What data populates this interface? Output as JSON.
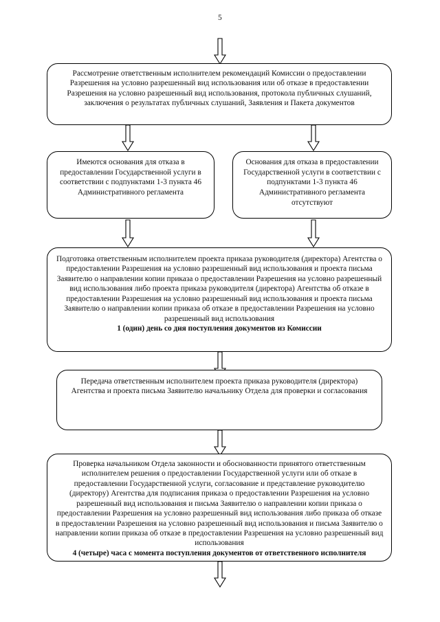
{
  "document": {
    "page_number": "5",
    "type": "administrative-regulation-flowchart"
  },
  "nodes": [
    {
      "id": "node-review-recommendations",
      "text": "Рассмотрение ответственным исполнителем рекомендаций Комиссии о предоставлении Разрешения на условно разрешенный вид использования или об отказе в предоставлении Разрешения на условно разрешенный вид использования, протокола публичных слушаний, заключения о результатах публичных слушаний, Заявления и Пакета документов"
    },
    {
      "id": "node-grounds-present",
      "text": "Имеются основания для отказа в предоставлении Государственной услуги в соответствии с подпунктами 1-3 пункта 46 Административного регламента"
    },
    {
      "id": "node-grounds-absent",
      "text": "Основания для отказа в предоставлении Государственной услуги в соответствии с подпунктами 1-3 пункта 46 Административного регламента отсутствуют"
    },
    {
      "id": "node-prepare-draft-order",
      "text": "Подготовка ответственным исполнителем проекта приказа руководителя (директора) Агентства о предоставлении Разрешения на условно разрешенный вид использования и проекта письма Заявителю о направлении копии приказа о предоставлении Разрешения на условно разрешенный вид использования либо проекта приказа руководителя (директора) Агентства об отказе в предоставлении Разрешения на условно разрешенный вид использования и проекта письма Заявителю о направлении копии приказа об отказе в предоставлении Разрешения на условно разрешенный вид использования",
      "deadline": "1 (один) день со дня поступления документов из Комиссии"
    },
    {
      "id": "node-transfer-to-head-of-department",
      "text": "Передача ответственным исполнителем проекта приказа руководителя (директора) Агентства и проекта письма Заявителю начальнику Отдела для проверки и согласования"
    },
    {
      "id": "node-check-by-head-of-department",
      "text": "Проверка начальником Отдела законности и обоснованности принятого ответственным исполнителем решения о предоставлении Государственной услуги или об отказе в предоставлении Государственной услуги, согласование и представление руководителю (директору) Агентства для подписания приказа о предоставлении Разрешения на условно разрешенный вид использования и письма Заявителю о направлении копии приказа о предоставлении Разрешения на условно разрешенный вид использования либо приказа об отказе в предоставлении Разрешения на условно разрешенный вид использования и письма Заявителю о направлении копии приказа об отказе в предоставлении Разрешения на условно разрешенный вид использования",
      "deadline": "4 (четыре) часа с момента поступления документов от ответственного исполнителя"
    }
  ],
  "connectors": [
    {
      "id": "arrow-into-review",
      "label": "down-arrow-icon"
    },
    {
      "id": "arrow-review-to-grounds-present",
      "label": "down-arrow-icon"
    },
    {
      "id": "arrow-review-to-grounds-absent",
      "label": "down-arrow-icon"
    },
    {
      "id": "arrow-grounds-present-to-draft",
      "label": "down-arrow-icon"
    },
    {
      "id": "arrow-grounds-absent-to-draft",
      "label": "down-arrow-icon"
    },
    {
      "id": "arrow-draft-to-transfer",
      "label": "down-arrow-icon"
    },
    {
      "id": "arrow-transfer-to-check",
      "label": "down-arrow-icon"
    },
    {
      "id": "arrow-check-to-next-page",
      "label": "down-arrow-icon"
    }
  ],
  "colors": {
    "ink": "#000000",
    "paper": "#ffffff"
  }
}
